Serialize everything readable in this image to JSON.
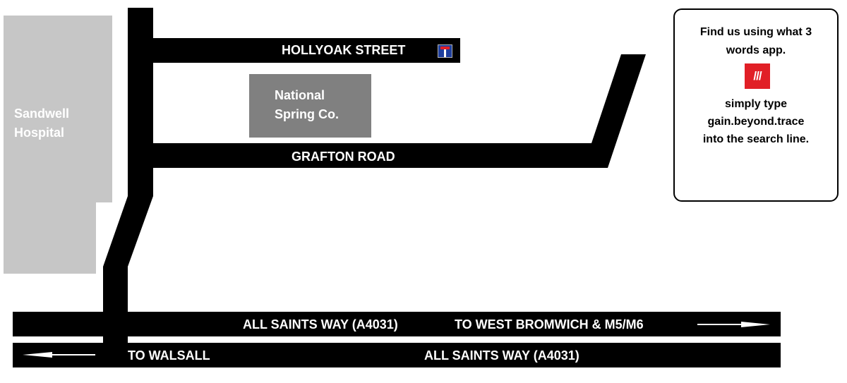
{
  "colors": {
    "road": "#000000",
    "road_text": "#ffffff",
    "hospital": "#c6c6c6",
    "factory": "#808080",
    "w3w_brand": "#e11f26",
    "no_entry_sign": "#1f3f9e"
  },
  "roads": {
    "hollyoak": "HOLLYOAK STREET",
    "grafton": "GRAFTON ROAD",
    "all_saints_top": "ALL SAINTS WAY (A4031)",
    "to_west_bromwich": "TO WEST BROMWICH & M5/M6",
    "all_saints_bottom": "ALL SAINTS WAY (A4031)",
    "to_walsall": "TO WALSALL"
  },
  "buildings": {
    "hospital_line1": "Sandwell",
    "hospital_line2": "Hospital",
    "factory_line1": "National",
    "factory_line2": "Spring Co."
  },
  "info_box": {
    "line1": "Find us using what 3",
    "line2": "words app.",
    "logo_text": "///",
    "line3": "simply type",
    "line4": "gain.beyond.trace",
    "line5": "into the search line."
  },
  "icons": {
    "dead_end": "no-through-road-icon",
    "arrow_east": "arrow-right-icon",
    "arrow_west": "arrow-left-icon"
  }
}
